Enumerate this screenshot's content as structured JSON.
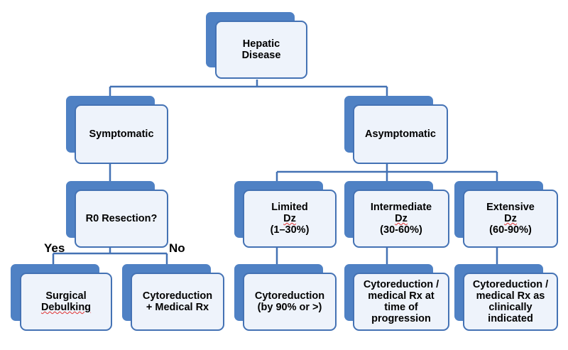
{
  "nodes": {
    "root": {
      "lines": [
        "Hepatic",
        "Disease"
      ]
    },
    "symptomatic": {
      "lines": [
        "Symptomatic"
      ]
    },
    "asymptomatic": {
      "lines": [
        "Asymptomatic"
      ]
    },
    "r0": {
      "lines": [
        "R0 Resection?"
      ]
    },
    "limited": {
      "line1": "Limited ",
      "line1_dz": "Dz",
      "line2": "(1–30%)"
    },
    "intermediate": {
      "line1": "Intermediate ",
      "line1_dz": "Dz",
      "line2": "(30-60%)"
    },
    "extensive": {
      "line1": "Extensive ",
      "line1_dz": "Dz",
      "line2": "(60-90%)"
    },
    "surgical": {
      "line1": "Surgical",
      "line2": "Debulking"
    },
    "cyto_medical": {
      "lines": [
        "Cytoreduction",
        "+ Medical Rx"
      ]
    },
    "cyto_limited": {
      "lines": [
        "Cytoreduction",
        "(by 90% or >)"
      ]
    },
    "cyto_progression": {
      "lines": [
        "Cytoreduction /",
        "medical Rx at",
        "time of",
        "progression"
      ]
    },
    "cyto_clinical": {
      "lines": [
        "Cytoreduction /",
        "medical Rx  as",
        "clinically",
        "indicated"
      ]
    }
  },
  "edge_labels": {
    "yes": "Yes",
    "no": "No"
  },
  "colors": {
    "shadow": "#4f81c4",
    "card_fill": "#eef3fb",
    "border": "#4472b4",
    "connector": "#4472b4"
  }
}
